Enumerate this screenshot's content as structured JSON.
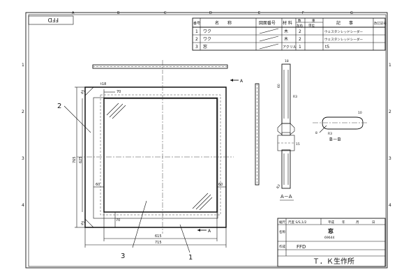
{
  "sheet": {
    "ffd_tab": "FFD",
    "col_markers": [
      "A",
      "B",
      "C",
      "D",
      "E",
      "F",
      "G"
    ],
    "row_markers": [
      "1",
      "2",
      "3",
      "4"
    ]
  },
  "parts_table": {
    "headers": [
      "番号",
      "名　　称",
      "図面番号",
      "材 料",
      "数量",
      "重量",
      "記　　事",
      "改訂記号"
    ],
    "header_small": {
      "qty_top": "数",
      "qty_bottom": "左右",
      "wt_top": "重",
      "wt_bottom": "単位"
    },
    "rows": [
      {
        "no": "1",
        "name": "ワク",
        "material": "木",
        "qty": "2",
        "note": "ウェスタンレッドシーダー"
      },
      {
        "no": "2",
        "name": "ワク",
        "material": "木",
        "qty": "2",
        "note": "ウェスタンレッドシーダー"
      },
      {
        "no": "3",
        "name": "窓",
        "material": "アクリル",
        "qty": "1",
        "note": "t5"
      }
    ]
  },
  "drawing": {
    "section_marker": "A",
    "section_label": "A－A",
    "detail_label": "B－B",
    "dims": {
      "top_inner": "70",
      "top_corner": "t18",
      "corner_45": "45",
      "left_outer": "765",
      "left_inner": "625",
      "left_60": "60",
      "right_60": "60",
      "bottom_70": "70",
      "bottom_inner": "615",
      "bottom_outer": "715",
      "sec_top": "18",
      "sec_60": "60",
      "sec_r": "R3",
      "sec_side": "15",
      "sec_bottom": "R3",
      "detail_10": "10",
      "detail_8": "8",
      "detail_r": "R3"
    },
    "callouts": [
      "1",
      "2",
      "3"
    ]
  },
  "title_block": {
    "scale_label": "縮尺",
    "scale_value": "尺度 S/S,1/2",
    "date_labels": [
      "平成",
      "年",
      "月",
      "日"
    ],
    "name_label": "名称",
    "name_value": "窓",
    "drawing_no": "69644",
    "author_label": "作成",
    "author_value": "FFD",
    "company": "Ｔ．Ｋ生作所"
  }
}
